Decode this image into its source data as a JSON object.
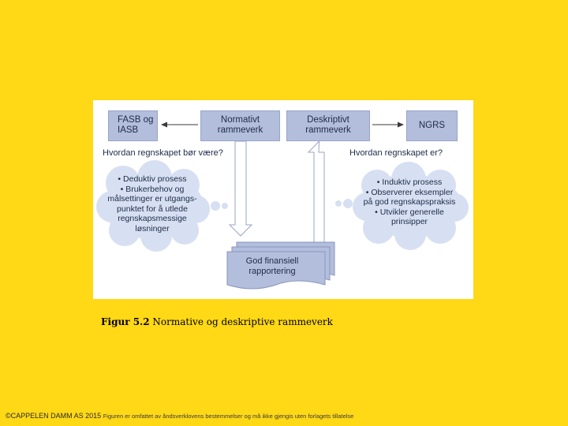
{
  "figure": {
    "boxes": {
      "fasb": {
        "line1": "FASB og",
        "line2": "IASB"
      },
      "normativt": {
        "line1": "Normativt",
        "line2": "rammeverk"
      },
      "deskriptivt": {
        "line1": "Deskriptivt",
        "line2": "rammeverk"
      },
      "ngrs": {
        "line1": "NGRS"
      }
    },
    "questions": {
      "left": "Hvordan regnskapet bør være?",
      "right": "Hvordan regnskapet er?"
    },
    "cloud_left": {
      "lines": [
        "• Deduktiv prosess",
        "• Brukerbehov og",
        "målsettinger er utgangs-",
        "punktet for å utlede",
        "regnskapsmessige",
        "løsninger"
      ]
    },
    "cloud_right": {
      "lines": [
        "• Induktiv prosess",
        "• Observerer eksempler",
        "på god regnskapspraksis",
        "• Utvikler generelle",
        "prinsipper"
      ]
    },
    "report": {
      "line1": "God finansiell",
      "line2": "rapportering"
    },
    "colors": {
      "background": "#FFD816",
      "box_fill": "#B3BEDD",
      "cloud_fill": "#D7E0F2",
      "arrow_fill": "#FFFFFF",
      "arrow_stroke": "#9AA4C4"
    }
  },
  "caption": {
    "label": "Figur 5.2",
    "text": "Normative og deskriptive rammeverk"
  },
  "footer": {
    "copyright": "©CAPPELEN DAMM AS 2015",
    "notice": "Figuren er omfattet av åndsverklovens bestemmelser og må ikke gjengis uten forlagets tillatelse"
  }
}
